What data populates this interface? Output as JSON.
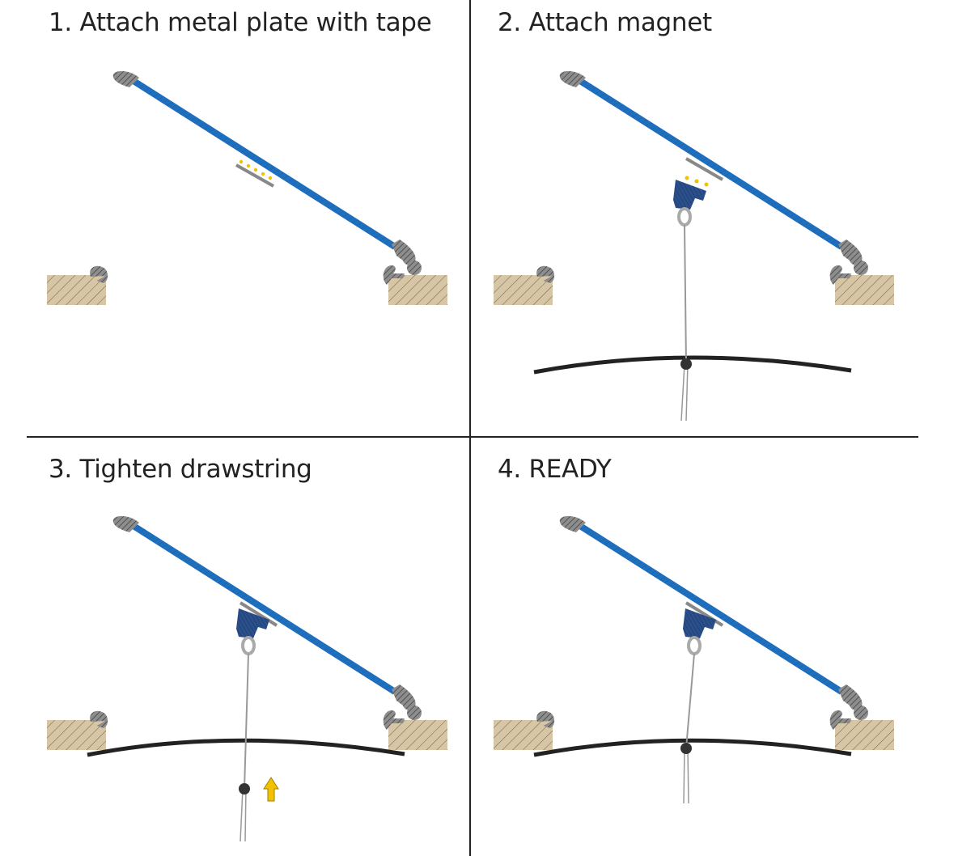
{
  "panels": [
    {
      "title": "1. Attach metal plate with tape",
      "step": "attach-plate"
    },
    {
      "title": "2. Attach magnet",
      "step": "attach-magnet"
    },
    {
      "title": "3. Tighten drawstring",
      "step": "tighten"
    },
    {
      "title": "4. READY",
      "step": "ready"
    }
  ],
  "colors": {
    "pole": "#1f6fbf",
    "hook": "#8a8a8a",
    "wood": "#d6c6a6",
    "magnet": "#2a4f8a",
    "tape": "#f2c200",
    "line": "#222222"
  }
}
